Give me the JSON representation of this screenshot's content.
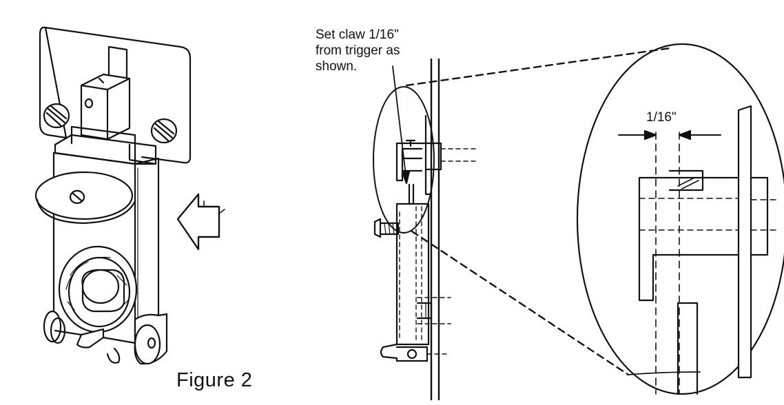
{
  "figure": {
    "caption": "Figure 2",
    "note_line_1": "Set claw 1/16\"",
    "note_line_2": "from trigger as",
    "note_line_3": "shown.",
    "dimension_label": "1/16\""
  },
  "colors": {
    "ink": "#111111",
    "paper": "#ffffff",
    "shade": "#d8d8d8"
  }
}
